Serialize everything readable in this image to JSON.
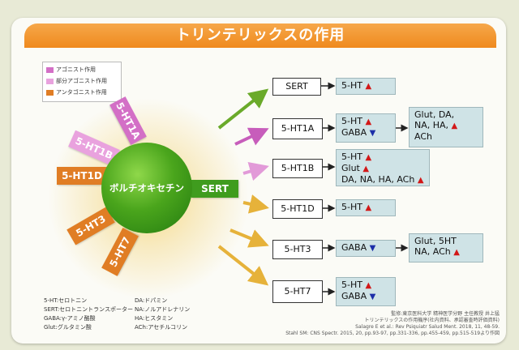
{
  "title": "トリンテリックスの作用",
  "legend": [
    {
      "label": "アゴニスト作用",
      "color": "#d36fc6"
    },
    {
      "label": "部分アゴニスト作用",
      "color": "#e9a2de"
    },
    {
      "label": "アンタゴニスト作用",
      "color": "#e07d24"
    }
  ],
  "molecule": "ボルチオキセチン",
  "receptors": [
    {
      "label": "5-HT1A",
      "kind": "pink"
    },
    {
      "label": "5-HT1B",
      "kind": "pink"
    },
    {
      "label": "5-HT1D",
      "kind": "orange"
    },
    {
      "label": "5-HT3",
      "kind": "orange"
    },
    {
      "label": "5-HT7",
      "kind": "orange"
    },
    {
      "label": "SERT",
      "kind": "green"
    }
  ],
  "targets": [
    "SERT",
    "5-HT1A",
    "5-HT1B",
    "5-HT1D",
    "5-HT3",
    "5-HT7"
  ],
  "effects": {
    "sert": [
      "5-HT"
    ],
    "ht1a": [
      "5-HT",
      "GABA"
    ],
    "ht1a_ext": [
      "Glut, DA,",
      "NA, HA,",
      "ACh"
    ],
    "ht1b": [
      "5-HT",
      "Glut",
      "DA, NA, HA, ACh"
    ],
    "ht1d": [
      "5-HT"
    ],
    "ht3": [
      "GABA"
    ],
    "ht3_ext": [
      "Glut, 5HT",
      "NA, ACh"
    ],
    "ht7": [
      "5-HT",
      "GABA"
    ]
  },
  "arrows": {
    "up": "▲",
    "down": "▼"
  },
  "abbr_left": [
    "5-HT:セロトニン",
    "SERT:セロトニントランスポーター",
    "GABA:γ-アミノ酪酸",
    "Glut:グルタミン酸"
  ],
  "abbr_right": [
    "DA:ドパミン",
    "NA:ノルアドレナリン",
    "HA:ヒスタミン",
    "ACh:アセチルコリン"
  ],
  "refs": [
    "監修:東京医科大学 精神医学分野 主任教授 井上猛",
    "トリンテリックスの作用機序(社内資料、承認審査時評価資料)",
    "Salagre E et al.: Rev Psiquiatr Salud Ment. 2018, 11, 48-59.",
    "Stahl SM: CNS Spectr. 2015, 20, pp.93-97, pp.331-336, pp.455-459, pp.515-519より作図"
  ]
}
